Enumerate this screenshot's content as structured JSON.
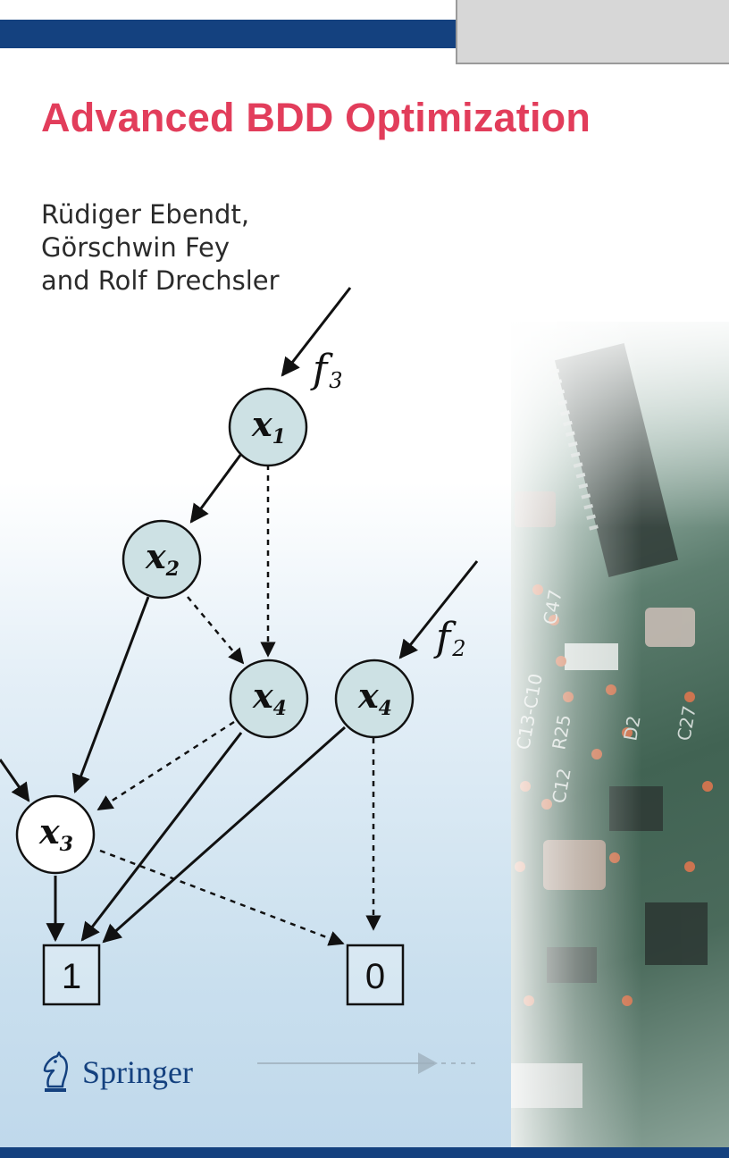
{
  "cover": {
    "title": "Advanced BDD Optimization",
    "authors": [
      "Rüdiger Ebendt,",
      "Görschwin Fey",
      "and Rolf Drechsler"
    ],
    "publisher": "Springer",
    "colors": {
      "title": "#e23d5b",
      "bar": "#14417f",
      "node_fill": "#cde1e4",
      "root_fill": "#ffffff"
    }
  },
  "diagram": {
    "functions": [
      {
        "label": "f",
        "sub": "3"
      },
      {
        "label": "f",
        "sub": "2"
      }
    ],
    "nodes": [
      {
        "var": "x",
        "sub": "1"
      },
      {
        "var": "x",
        "sub": "2"
      },
      {
        "var": "x",
        "sub": "4"
      },
      {
        "var": "x",
        "sub": "4"
      },
      {
        "var": "x",
        "sub": "3"
      }
    ],
    "terminals": [
      "1",
      "0"
    ]
  }
}
